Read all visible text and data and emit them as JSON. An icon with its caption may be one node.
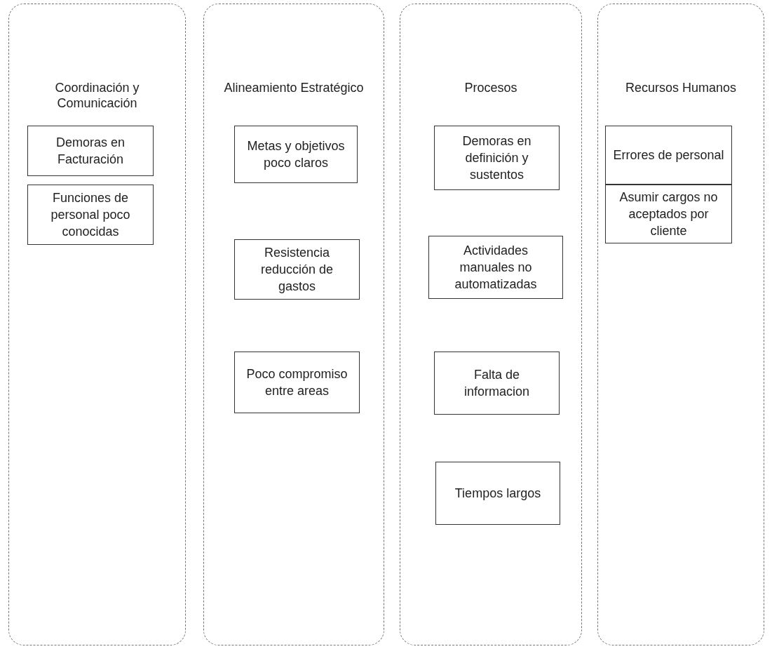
{
  "diagram": {
    "nodes": [
      {
        "text": [
          "Coordinación y Comunicación"
        ]
      },
      {
        "text": [
          "Demoras en Facturación"
        ],
        "in": 0
      },
      {
        "text": [
          "Funciones de personal poco conocidas"
        ],
        "in": 0
      },
      {
        "text": [
          "Alineamiento Estratégico"
        ]
      },
      {
        "text": [
          "Metas y objetivos poco claros"
        ],
        "in": 3
      },
      {
        "text": [
          "Resistencia reducción de gastos"
        ],
        "in": 3
      },
      {
        "text": [
          "Poco compromiso entre areas"
        ],
        "in": 3
      },
      {
        "text": [
          "Procesos"
        ]
      },
      {
        "text": [
          "Demoras en definición y sustentos"
        ],
        "in": 7
      },
      {
        "text": [
          "Actividades manuales no automatizadas"
        ],
        "in": 7
      },
      {
        "text": [
          "Falta de informacion"
        ],
        "in": 7
      },
      {
        "text": [
          "Tiempos largos"
        ],
        "in": 7
      },
      {
        "text": [
          "Recursos Humanos"
        ]
      },
      {
        "text": [
          "Errores de personal"
        ],
        "in": 12
      },
      {
        "text": [
          "Asumir cargos no aceptados por cliente"
        ],
        "in": 12
      }
    ]
  }
}
